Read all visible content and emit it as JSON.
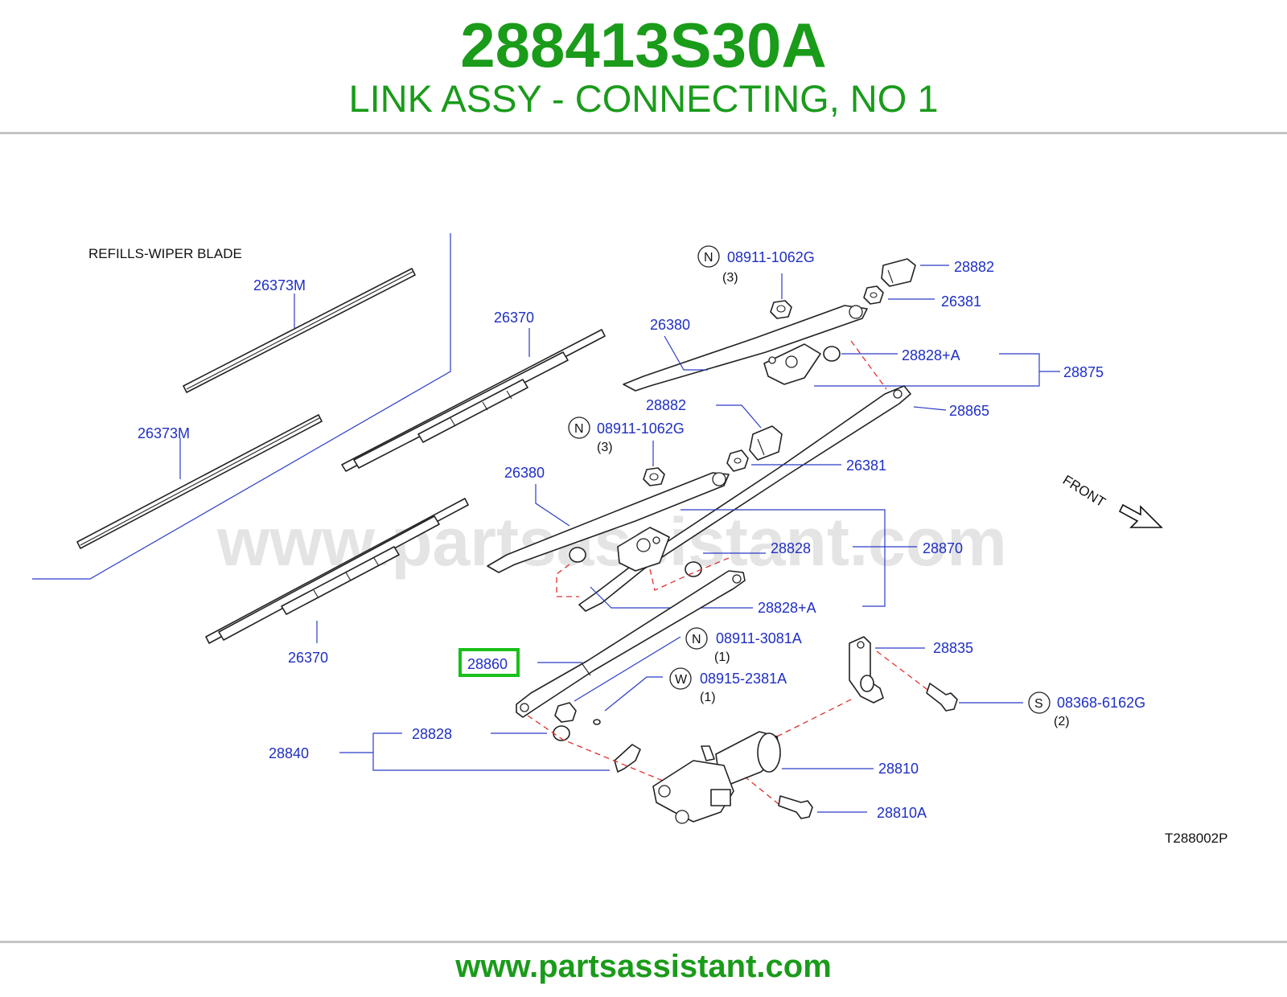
{
  "header": {
    "part_number": "288413S30A",
    "part_name": "LINK ASSY - CONNECTING, NO 1"
  },
  "footer": {
    "url": "www.partsassistant.com"
  },
  "diagram": {
    "watermark": "www.partsassistant.com",
    "section_title": "REFILLS-WIPER  BLADE",
    "front_label": "FRONT",
    "figure_code": "T288002P",
    "highlighted_part": "28860",
    "highlight_color": "#19c019",
    "label_color": "#1f2fc4",
    "labels": {
      "p26373m_a": "26373M",
      "p26373m_b": "26373M",
      "p26370_a": "26370",
      "p26370_b": "26370",
      "p26380_a": "26380",
      "p26380_b": "26380",
      "p08911_1062g_a": "08911-1062G",
      "p08911_1062g_b": "08911-1062G",
      "qty3_a": "(3)",
      "qty3_b": "(3)",
      "p28882_a": "28882",
      "p28882_b": "28882",
      "p26381_a": "26381",
      "p26381_b": "26381",
      "p28828a_a": "28828+A",
      "p28828a_b": "28828+A",
      "p28875": "28875",
      "p28865": "28865",
      "p28828_a": "28828",
      "p28828_b": "28828",
      "p28870": "28870",
      "p08911_3081a": "08911-3081A",
      "qty1_a": "(1)",
      "p08915_2381a": "08915-2381A",
      "qty1_b": "(1)",
      "p28835": "28835",
      "p08368_6162g": "08368-6162G",
      "qty2": "(2)",
      "p28840": "28840",
      "p28810": "28810",
      "p28810a": "28810A",
      "p28860": "28860"
    },
    "markers": {
      "n": "N",
      "w": "W",
      "s": "S"
    }
  }
}
